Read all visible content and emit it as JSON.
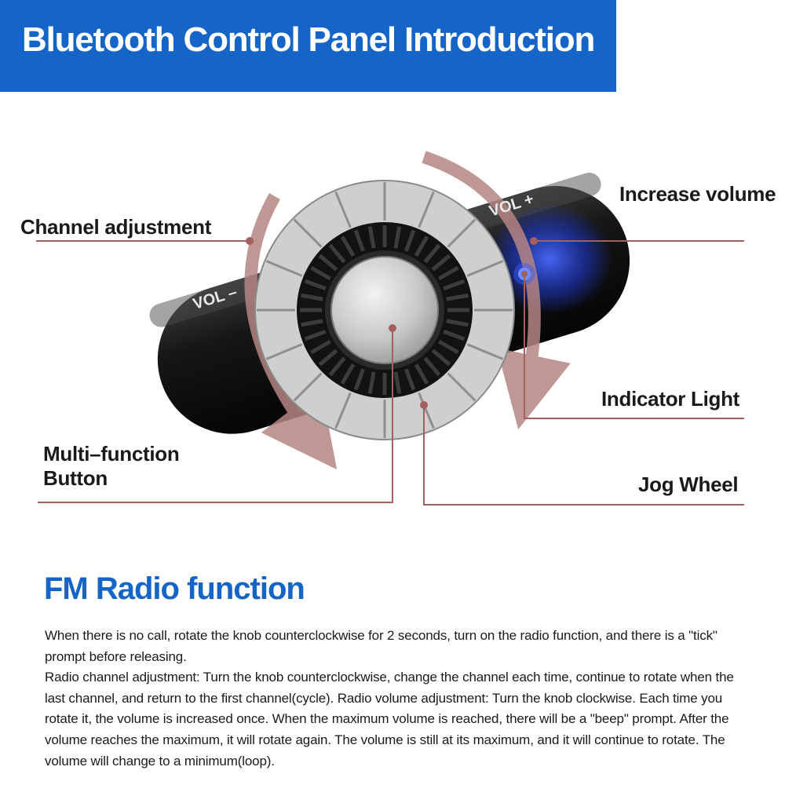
{
  "header": {
    "title": "Bluetooth Control Panel Introduction"
  },
  "diagram": {
    "device_labels": {
      "vol_plus": "VOL +",
      "vol_minus": "VOL –"
    },
    "callouts": {
      "channel_adjustment": "Channel adjustment",
      "increase_volume": "Increase volume",
      "indicator_light": "Indicator Light",
      "multi_function_button": "Multi–function Button",
      "jog_wheel": "Jog Wheel"
    }
  },
  "fm_section": {
    "title": "FM Radio function",
    "paragraphs": [
      "When there is no call, rotate the knob counterclockwise for 2 seconds, turn on the radio function, and there is a \"tick\" prompt before releasing.",
      "Radio channel adjustment: Turn the knob counterclockwise, change the channel each time, continue to rotate when the last channel, and return to the first channel(cycle). Radio volume adjustment: Turn the knob clockwise. Each time you rotate it, the volume is increased once. When the maximum volume is reached, there will be a \"beep\" prompt. After the volume reaches the maximum, it will rotate again. The volume is still at its maximum, and it will continue to rotate. The volume will change to a minimum(loop)."
    ]
  },
  "colors": {
    "banner": "#1565c8",
    "section_title": "#1565c8",
    "callout_line": "#a3605f",
    "rotation_arrow": "#b58583",
    "indicator_glow": "#1f4dff"
  }
}
